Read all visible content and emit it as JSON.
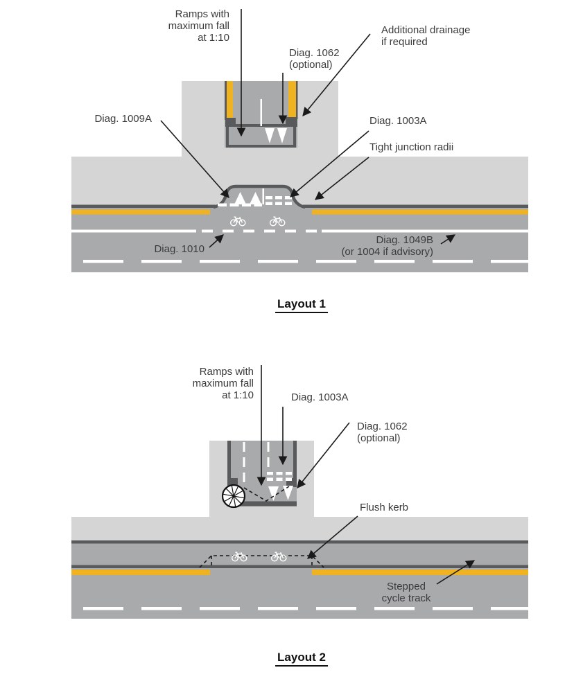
{
  "page": {
    "background": "#ffffff"
  },
  "colors": {
    "footway": "#d5d5d6",
    "carriageway": "#a9aaab",
    "kerb": "#595a5c",
    "yellow_line": "#efb321",
    "road_marking": "#ffffff",
    "annotation": "#1a1a1a",
    "label_text": "#3b3b3d"
  },
  "icons": {
    "cycle_marking": "bicycle-road-marking-icon",
    "sign_roundel": "wheel-roundel-icon",
    "arrowhead": "arrowhead-icon"
  },
  "layout1": {
    "title": "Layout 1",
    "labels": {
      "ramps": [
        "Ramps with",
        "maximum fall",
        "at 1:10"
      ],
      "diag_1062": [
        "Diag. 1062",
        "(optional)"
      ],
      "drainage": [
        "Additional drainage",
        "if required"
      ],
      "diag_1009a": "Diag. 1009A",
      "diag_1003a": "Diag. 1003A",
      "tight_radii": "Tight junction radii",
      "diag_1010": "Diag. 1010",
      "diag_1049b": [
        "Diag. 1049B",
        "(or 1004 if advisory)"
      ]
    }
  },
  "layout2": {
    "title": "Layout 2",
    "labels": {
      "ramps": [
        "Ramps with",
        "maximum fall",
        "at 1:10"
      ],
      "diag_1003a": "Diag. 1003A",
      "diag_1062": [
        "Diag. 1062",
        "(optional)"
      ],
      "flush_kerb": "Flush kerb",
      "stepped": [
        "Stepped",
        "cycle track"
      ]
    }
  }
}
